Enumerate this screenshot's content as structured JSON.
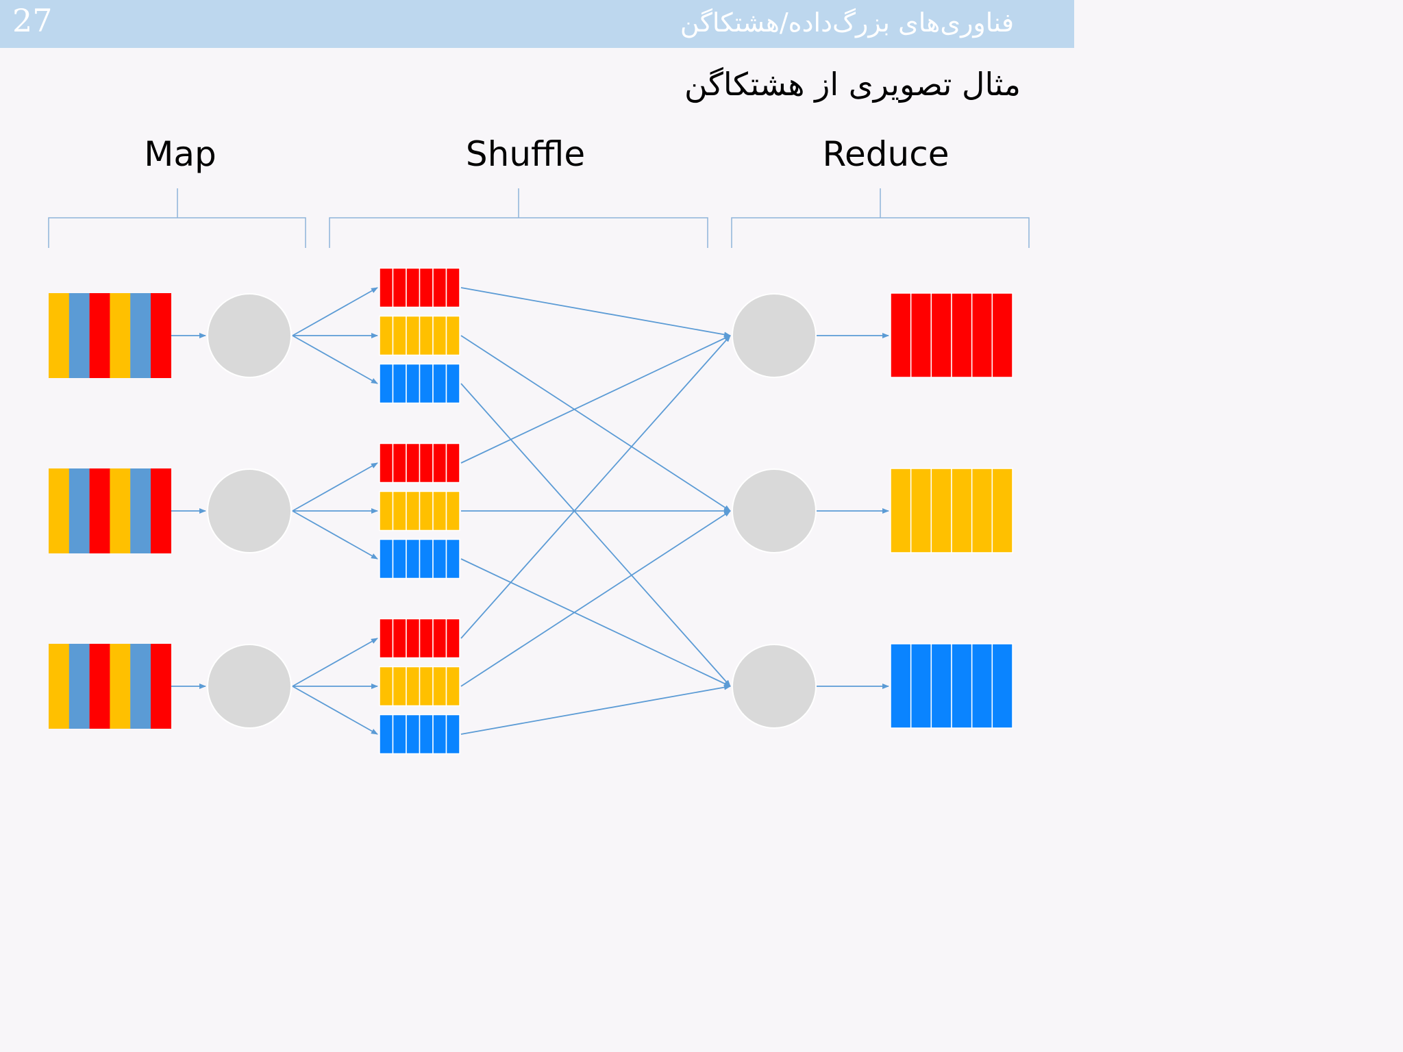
{
  "header": {
    "slide_number": "27",
    "title": "فناوری‌های بزرگ‌داده/هشتکاگن",
    "background_color": "#bdd7ee"
  },
  "slide": {
    "title": "مثال تصویری از هشتکاگن"
  },
  "phases": {
    "map": "Map",
    "shuffle": "Shuffle",
    "reduce": "Reduce"
  },
  "colors": {
    "red": "#ff0000",
    "yellow": "#ffc000",
    "blue": "#0a84ff",
    "steel_blue": "#5b9bd5",
    "node_gray": "#d9d9d9",
    "arrow": "#5b9bd5",
    "bracket": "#8eb4d9"
  },
  "diagram": {
    "inputs": [
      {
        "stripes": [
          "yellow",
          "steel_blue",
          "red",
          "yellow",
          "steel_blue",
          "red"
        ]
      },
      {
        "stripes": [
          "yellow",
          "steel_blue",
          "red",
          "yellow",
          "steel_blue",
          "red"
        ]
      },
      {
        "stripes": [
          "yellow",
          "steel_blue",
          "red",
          "yellow",
          "steel_blue",
          "red"
        ]
      }
    ],
    "map_nodes": 3,
    "partition_colors": [
      "red",
      "yellow",
      "blue"
    ],
    "partition_cells": 6,
    "reduce_outputs": [
      {
        "color": "red",
        "cells": 6
      },
      {
        "color": "yellow",
        "cells": 6
      },
      {
        "color": "blue",
        "cells": 6
      }
    ]
  }
}
